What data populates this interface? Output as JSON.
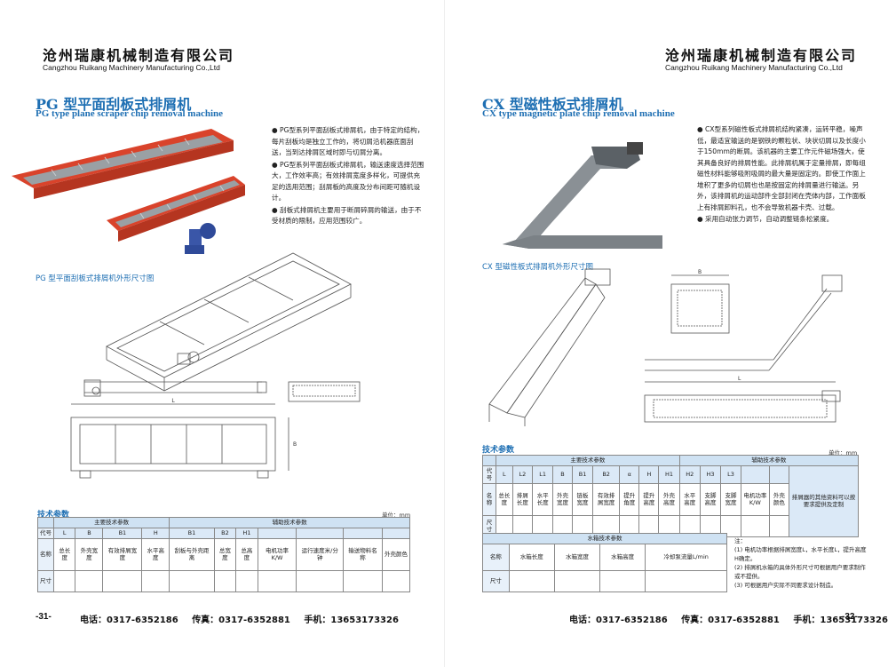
{
  "company": {
    "name_cn": "沧州瑞康机械制造有限公司",
    "name_en": "Cangzhou Ruikang Machinery Manufacturing Co.,Ltd"
  },
  "left": {
    "title_cn": "PG 型平面刮板式排屑机",
    "title_en": "PG type plane scraper chip removal machine",
    "desc": [
      "PG型系列平面刮板式排屑机，由于特定的结构，每片刮板均是独立工作的，将切屑沿机器底面刮送，当到达排屑区域时即与切屑分离。",
      "PG型系列平面刮板式排屑机，输送速度选择范围大，工作效率高；有效排屑宽度多样化，可提供充足的选用范围；刮屑板的高度及分布间距可随机设计。",
      "刮板式排屑机主要用于断屑碎屑的输送，由于不受材质的限制，应用范围较广。"
    ],
    "drawing_caption": "PG 型平面刮板式排屑机外形尺寸图",
    "spec_title": "技术参数",
    "unit": "单位：mm",
    "table": {
      "group_main": "主要技术参数",
      "group_aux": "辅助技术参数",
      "code_label": "代号",
      "name_label": "名称",
      "size_label": "尺寸",
      "codes": [
        "L",
        "B",
        "B1",
        "H",
        "B1",
        "B2",
        "H1",
        "",
        "",
        "",
        ""
      ],
      "names": [
        "总长度",
        "外壳宽度",
        "有效排屑宽度",
        "水平高度",
        "刮板与外壳距离",
        "总宽度",
        "总高度",
        "电机功率K/W",
        "运行速度米/分钟",
        "输送物料名称",
        "外壳颜色"
      ]
    },
    "page_number": "-31-"
  },
  "right": {
    "title_cn": "CX 型磁性板式排屑机",
    "title_en": "CX type magnetic plate chip removal machine",
    "desc": [
      "CX型系列磁性板式排屑机结构紧凑，运转平稳，噪声低，最适宜输送的是钢铁的颗粒状、块状切屑以及长度小于150mm的断屑。该机器的主要工作元件磁场强大，使其具备良好的排屑性能。此排屑机属于定量排屑，即每组磁性材料能够吸附吸屑的最大量是固定的。即使工作面上堆积了更多的切屑也也是按固定的排屑量进行输送。另外，该排屑机的运动部件全部封闭在壳体内部，工作面板上有排屑卸料孔，也不会导致机器卡壳、过载。",
      "采用自动张力调节，自动调整链条松紧度。"
    ],
    "drawing_caption": "CX 型磁性板式排屑机外形尺寸图",
    "spec_title": "技术参数",
    "unit": "单位：mm",
    "table": {
      "group_main": "主要技术参数",
      "group_aux": "辅助技术参数",
      "code_label": "代号",
      "name_label": "名称",
      "size_label": "尺寸",
      "codes": [
        "L",
        "L2",
        "L1",
        "B",
        "B1",
        "B2",
        "α",
        "H",
        "H1",
        "H2",
        "H3",
        "L3",
        "",
        ""
      ],
      "names": [
        "总长度",
        "排屑长度",
        "水平长度",
        "外壳宽度",
        "链板宽度",
        "有效排屑宽度",
        "提升角度",
        "提升高度",
        "外壳高度",
        "水平高度",
        "支脚高度",
        "支脚宽度",
        "电机功率K/W",
        "外壳颜色"
      ],
      "extra": "排屑器的其他资料可以按要求提供及定制"
    },
    "tank_table": {
      "title": "水箱技术参数",
      "name_label": "名称",
      "size_label": "尺寸",
      "names": [
        "水箱长度",
        "水箱宽度",
        "水箱高度",
        "冷却泵流量L/min"
      ]
    },
    "notes_title": "注：",
    "notes": [
      "(1) 电机功率根据排屑宽度L，水平长度L，提升高度H确定。",
      "(2) 排屑机水箱的具体外形尺寸可根据用户要求制作或不提供。",
      "(3) 可根据用户实际不同要求设计制造。"
    ],
    "page_number": "-32-"
  },
  "contact": {
    "tel": "电话：0317-6352186",
    "fax": "传真：0317-6352881",
    "mobile": "手机：13653173326"
  },
  "colors": {
    "accent": "#1e6fb3",
    "machine_red": "#d9432b",
    "table_header": "#cfe2f3"
  }
}
